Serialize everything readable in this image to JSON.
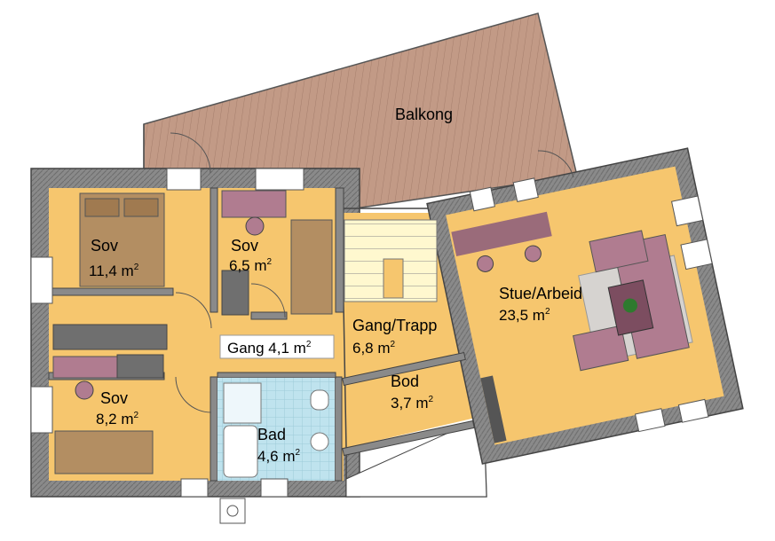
{
  "plan": {
    "balcony_label": "Balkong",
    "rooms": [
      {
        "id": "sov1",
        "name": "Sov",
        "area": "11,4 m",
        "unit_sup": "2"
      },
      {
        "id": "sov2",
        "name": "Sov",
        "area": "6,5 m",
        "unit_sup": "2"
      },
      {
        "id": "sov3",
        "name": "Sov",
        "area": "8,2 m",
        "unit_sup": "2"
      },
      {
        "id": "gang",
        "name": "Gang 4,1 m",
        "unit_sup": "2"
      },
      {
        "id": "gangtrapp",
        "name": "Gang/Trapp",
        "area": "6,8 m",
        "unit_sup": "2"
      },
      {
        "id": "bod",
        "name": "Bod",
        "area": "3,7 m",
        "unit_sup": "2"
      },
      {
        "id": "bad",
        "name": "Bad",
        "area": "4,6 m",
        "unit_sup": "2"
      },
      {
        "id": "stue",
        "name": "Stue/Arbeid",
        "area": "23,5 m",
        "unit_sup": "2"
      }
    ]
  },
  "colors": {
    "floor": "#f6c66e",
    "wall": "#8a8a8a",
    "wall_dark": "#555555",
    "balcony": "#c29a86",
    "bath_tile": "#bfe3ee",
    "bed": "#b38e62",
    "furniture_purple": "#b07c90",
    "cabinet": "#6f6f6f",
    "desk": "#9a6b7a"
  }
}
